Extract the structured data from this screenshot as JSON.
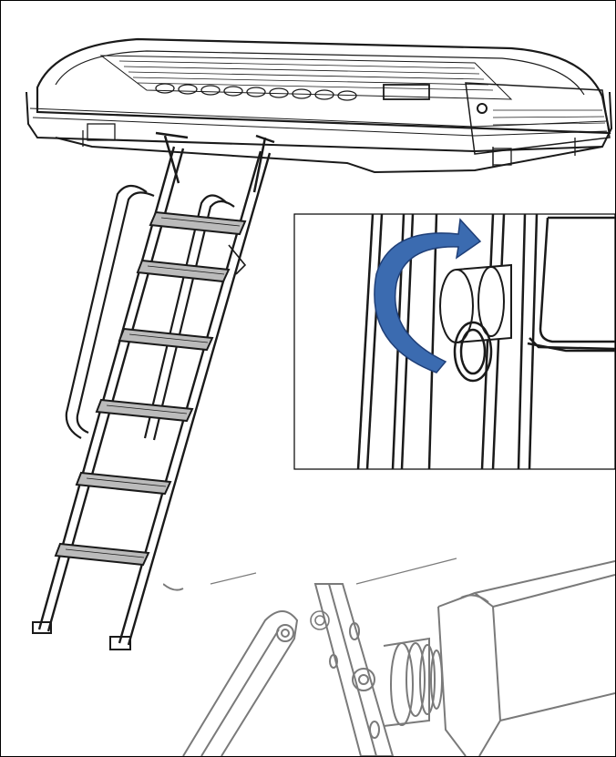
{
  "figure": {
    "main_view": "roof-tent-with-ladder",
    "insets": [
      "pin-rotation-detail",
      "hinge-joint-detail"
    ]
  },
  "colors": {
    "line": "#1a1a1a",
    "light_line": "#7a7a7a",
    "arrow_fill": "#3b6bb0",
    "arrow_edge": "#1f3f78",
    "background": "#ffffff"
  },
  "icons": [
    "rotate-arrow-icon"
  ]
}
